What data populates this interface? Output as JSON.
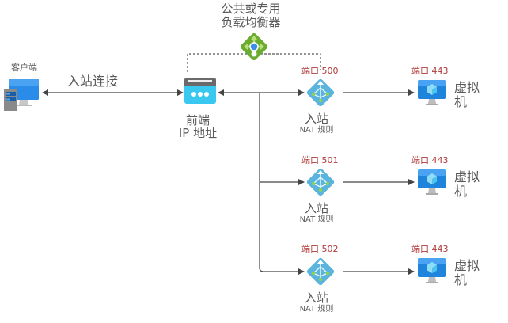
{
  "title": {
    "line1": "公共或专用",
    "line2": "负载均衡器"
  },
  "client": {
    "label": "客户端"
  },
  "connection": {
    "label": "入站连接"
  },
  "frontend": {
    "line1": "前端",
    "line2": "IP 地址"
  },
  "rules": [
    {
      "port_label": "端口 500",
      "line1": "入站",
      "line2": "NAT 规则"
    },
    {
      "port_label": "端口 501",
      "line1": "入站",
      "line2": "NAT 规则"
    },
    {
      "port_label": "端口 502",
      "line1": "入站",
      "line2": "NAT 规则"
    }
  ],
  "vms": [
    {
      "port_label": "端口 443",
      "line1": "虚拟",
      "line2": "机"
    },
    {
      "port_label": "端口 443",
      "line1": "虚拟",
      "line2": "机"
    },
    {
      "port_label": "端口 443",
      "line1": "虚拟",
      "line2": "机"
    }
  ],
  "colors": {
    "port_text": "#b03a3a",
    "line": "#444444",
    "lb_green": "#6bab2f",
    "nat_blue": "#5ab4de",
    "vm_blue": "#1e84dc",
    "frontend_cyan": "#38c8f0"
  }
}
